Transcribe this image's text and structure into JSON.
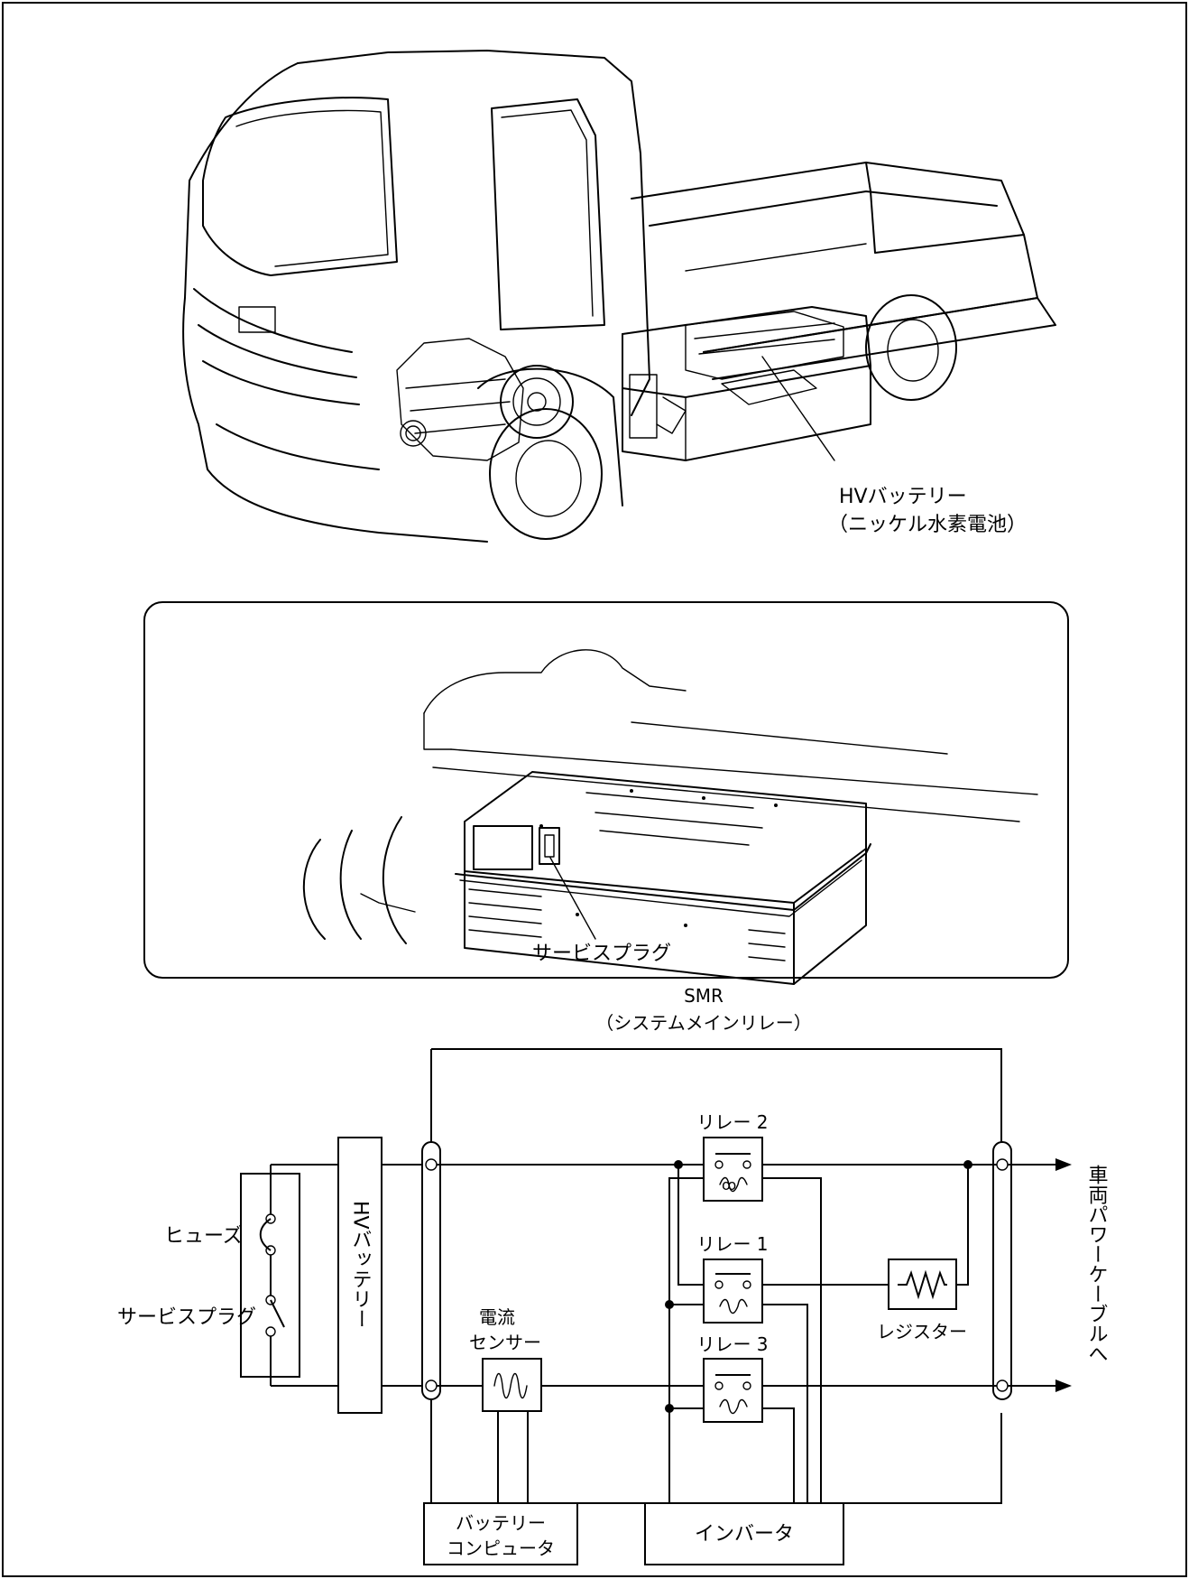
{
  "figure1": {
    "battery_label_line1": "HVバッテリー",
    "battery_label_line2": "（ニッケル水素電池）"
  },
  "figure2": {
    "service_plug_label": "サービスプラグ"
  },
  "circuit": {
    "smr_label_line1": "SMR",
    "smr_label_line2": "（システムメインリレー）",
    "fuse_label": "ヒューズ",
    "service_plug_label": "サービスプラグ",
    "hv_battery_label": "HVバッテリー",
    "current_sensor_line1": "電流",
    "current_sensor_line2": "センサー",
    "relay2_label": "リレー 2",
    "relay1_label": "リレー 1",
    "relay3_label": "リレー 3",
    "resistor_label": "レジスター",
    "battery_computer_line1": "バッテリー",
    "battery_computer_line2": "コンピュータ",
    "inverter_label": "インバータ",
    "output_label": "車両パワーケーブルへ"
  }
}
